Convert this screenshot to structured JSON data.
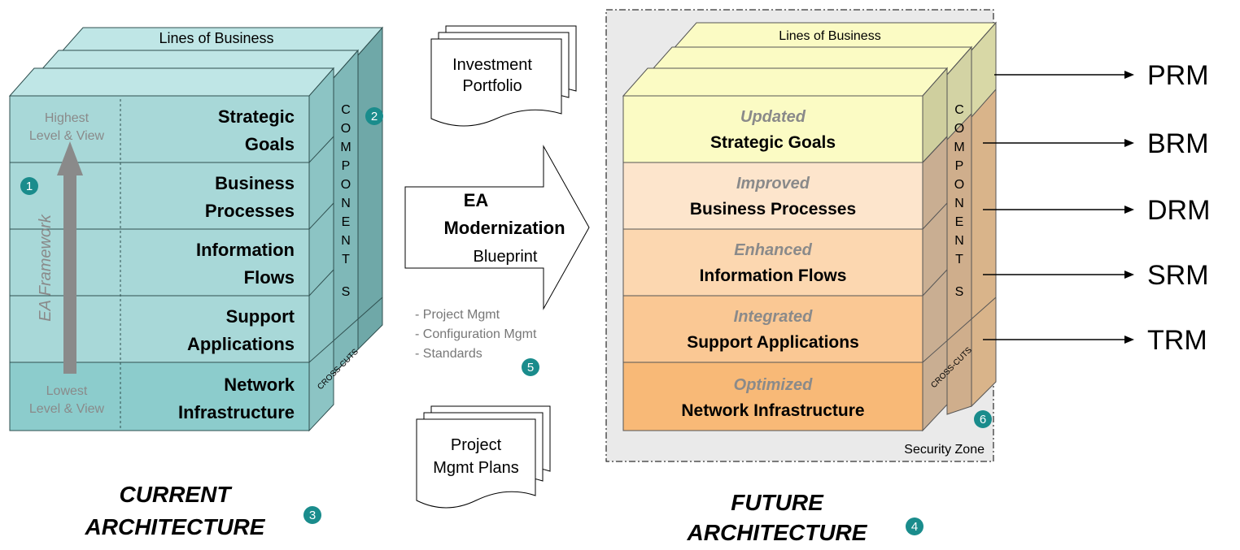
{
  "current": {
    "lines_of_business": "Lines of Business",
    "rows": [
      {
        "line1": "Strategic",
        "line2": "Goals"
      },
      {
        "line1": "Business",
        "line2": "Processes"
      },
      {
        "line1": "Information",
        "line2": "Flows"
      },
      {
        "line1": "Support",
        "line2": "Applications"
      },
      {
        "line1": "Network",
        "line2": "Infrastructure"
      }
    ],
    "highest_l1": "Highest",
    "highest_l2": "Level & View",
    "lowest_l1": "Lowest",
    "lowest_l2": "Level & View",
    "framework": "EA Framework",
    "components_letters": [
      "C",
      "O",
      "M",
      "P",
      "O",
      "N",
      "E",
      "N",
      "T",
      "S"
    ],
    "cross_cuts": "CROSS-CUTS",
    "title_l1": "CURRENT",
    "title_l2": "ARCHITECTURE",
    "colors": {
      "front": "#a8d8d8",
      "top": "#bfe6e6",
      "side": "#7fb8b8",
      "frame": "#2f4f4f"
    }
  },
  "middle": {
    "investment_l1": "Investment",
    "investment_l2": "Portfolio",
    "arrow_l1": "EA",
    "arrow_l2": "Modernization",
    "arrow_l3": "Blueprint",
    "list": [
      "- Project Mgmt",
      "- Configuration Mgmt",
      "- Standards"
    ],
    "project_l1": "Project",
    "project_l2": "Mgmt Plans"
  },
  "future": {
    "lines_of_business": "Lines of Business",
    "rows": [
      {
        "qualifier": "Updated",
        "name": "Strategic Goals",
        "color": "#fbfbc4"
      },
      {
        "qualifier": "Improved",
        "name": "Business Processes",
        "color": "#fde5cc"
      },
      {
        "qualifier": "Enhanced",
        "name": "Information Flows",
        "color": "#fcd7b0"
      },
      {
        "qualifier": "Integrated",
        "name": "Support Applications",
        "color": "#fac894"
      },
      {
        "qualifier": "Optimized",
        "name": "Network Infrastructure",
        "color": "#f8b977"
      }
    ],
    "components_letters": [
      "C",
      "O",
      "M",
      "P",
      "O",
      "N",
      "E",
      "N",
      "T",
      "S"
    ],
    "cross_cuts": "CROSS-CUTS",
    "security_zone": "Security Zone",
    "title_l1": "FUTURE",
    "title_l2": "ARCHITECTURE"
  },
  "reference_models": [
    "PRM",
    "BRM",
    "DRM",
    "SRM",
    "TRM"
  ],
  "badges": [
    "1",
    "2",
    "3",
    "4",
    "5",
    "6"
  ],
  "badge_color": "#1a8c8c"
}
